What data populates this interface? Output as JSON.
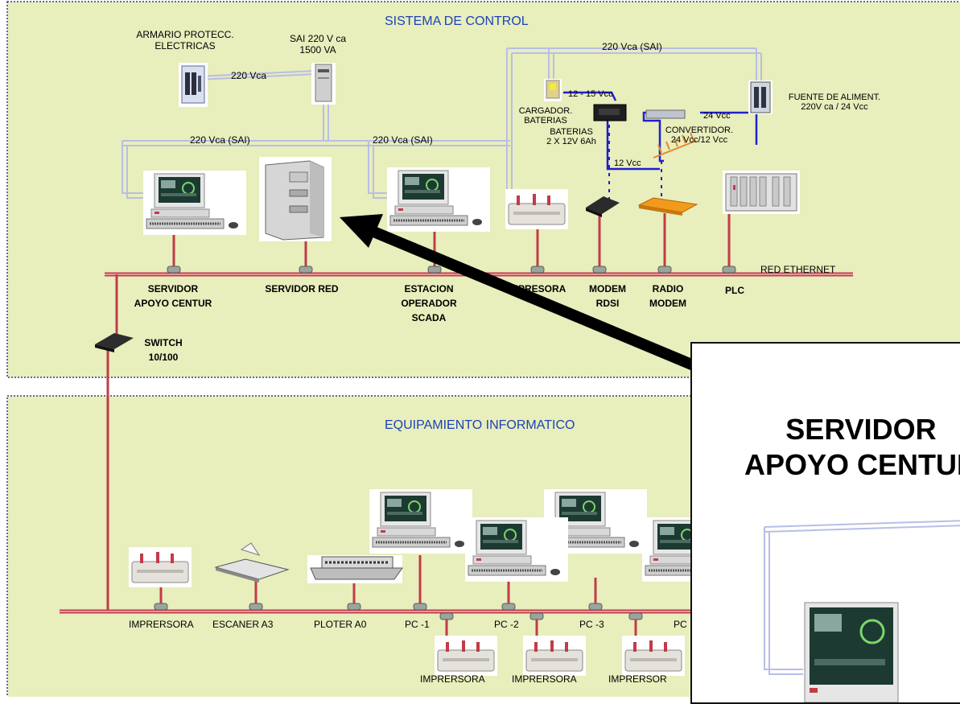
{
  "sections": {
    "control": "SISTEMA DE CONTROL",
    "it": "EQUIPAMIENTO INFORMATICO"
  },
  "labels": {
    "armario": [
      "ARMARIO PROTECC.",
      "ELECTRICAS"
    ],
    "sai": [
      "SAI 220 V ca",
      "1500 VA"
    ],
    "v220a": "220 Vca",
    "v220sai_top": "220 Vca (SAI)",
    "v220sai_left": "220 Vca (SAI)",
    "v220sai_mid": "220 Vca (SAI)",
    "v12_15": "12 - 15 Vcc",
    "cargador": [
      "CARGADOR.",
      "BATERIAS"
    ],
    "baterias": [
      "BATERIAS",
      "2 X 12V 6Ah"
    ],
    "v12": "12 Vcc",
    "v24": "24 Vcc",
    "convertidor": [
      "CONVERTIDOR.",
      "24 Vcc/12 Vcc"
    ],
    "fuente": [
      "FUENTE DE ALIMENT.",
      "220V ca / 24 Vcc"
    ],
    "red_ethernet": "RED ETHERNET"
  },
  "control_nodes": {
    "servidor_apoyo": [
      "SERVIDOR",
      "APOYO CENTUR"
    ],
    "servidor_red": "SERVIDOR RED",
    "estacion": [
      "ESTACION",
      "OPERADOR",
      "SCADA"
    ],
    "impresora": "IMPRESORA",
    "modem_rdsi": [
      "MODEM",
      "RDSI"
    ],
    "radio_modem": [
      "RADIO",
      "MODEM"
    ],
    "plc": "PLC"
  },
  "switch_label": [
    "SWITCH",
    "10/100"
  ],
  "it_nodes": {
    "impresora": "IMPRERSORA",
    "escaner": "ESCANER A3",
    "ploter": "PLOTER A0",
    "pc1": "PC -1",
    "pc2": "PC -2",
    "pc3": "PC -3",
    "pc4": "PC",
    "imp1": "IMPRERSORA",
    "imp2": "IMPRERSORA",
    "imp3": "IMPRERSOR"
  },
  "zoom": {
    "title": [
      "SERVIDOR",
      "APOYO CENTUR"
    ]
  },
  "colors": {
    "panel_fill": "#e8eebc",
    "dotted_border": "#2a3f8f",
    "ethernet": "#c23b4a",
    "power": "#b8bee6",
    "dc_line": "#1f1fcf",
    "section_title": "#1c43b8",
    "arrow": "#000000"
  }
}
